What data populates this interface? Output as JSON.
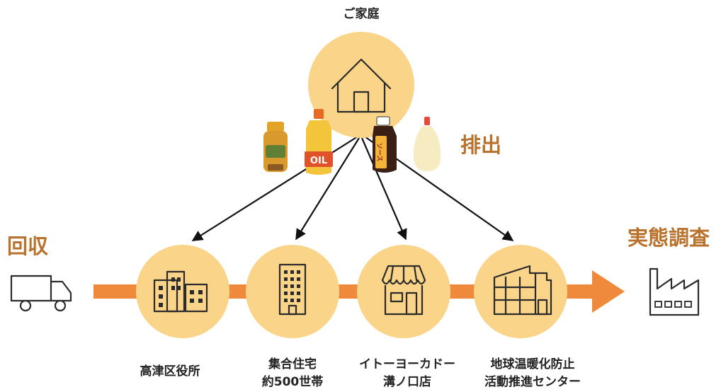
{
  "labels": {
    "home": "ご家庭",
    "discharge": "排出",
    "collection": "回収",
    "survey": "実態調査"
  },
  "nodes": [
    {
      "id": "ward-office",
      "lines": [
        "高津区役所"
      ],
      "icon": "office-buildings-icon"
    },
    {
      "id": "housing",
      "lines": [
        "集合住宅",
        "約500世帯"
      ],
      "icon": "apartment-building-icon"
    },
    {
      "id": "store",
      "lines": [
        "イトーヨーカドー",
        "溝ノ口店"
      ],
      "icon": "store-icon"
    },
    {
      "id": "center",
      "lines": [
        "地球温暖化防止",
        "活動推進センター"
      ],
      "icon": "facility-building-icon"
    }
  ],
  "items": {
    "bottle_label_oil": "OIL",
    "bottle_label_sauce": "ソース"
  },
  "colors": {
    "circle": "#FAD488",
    "flow_arrow": "#EF8A3C",
    "accent_text": "#B8722C",
    "line": "#111111"
  }
}
